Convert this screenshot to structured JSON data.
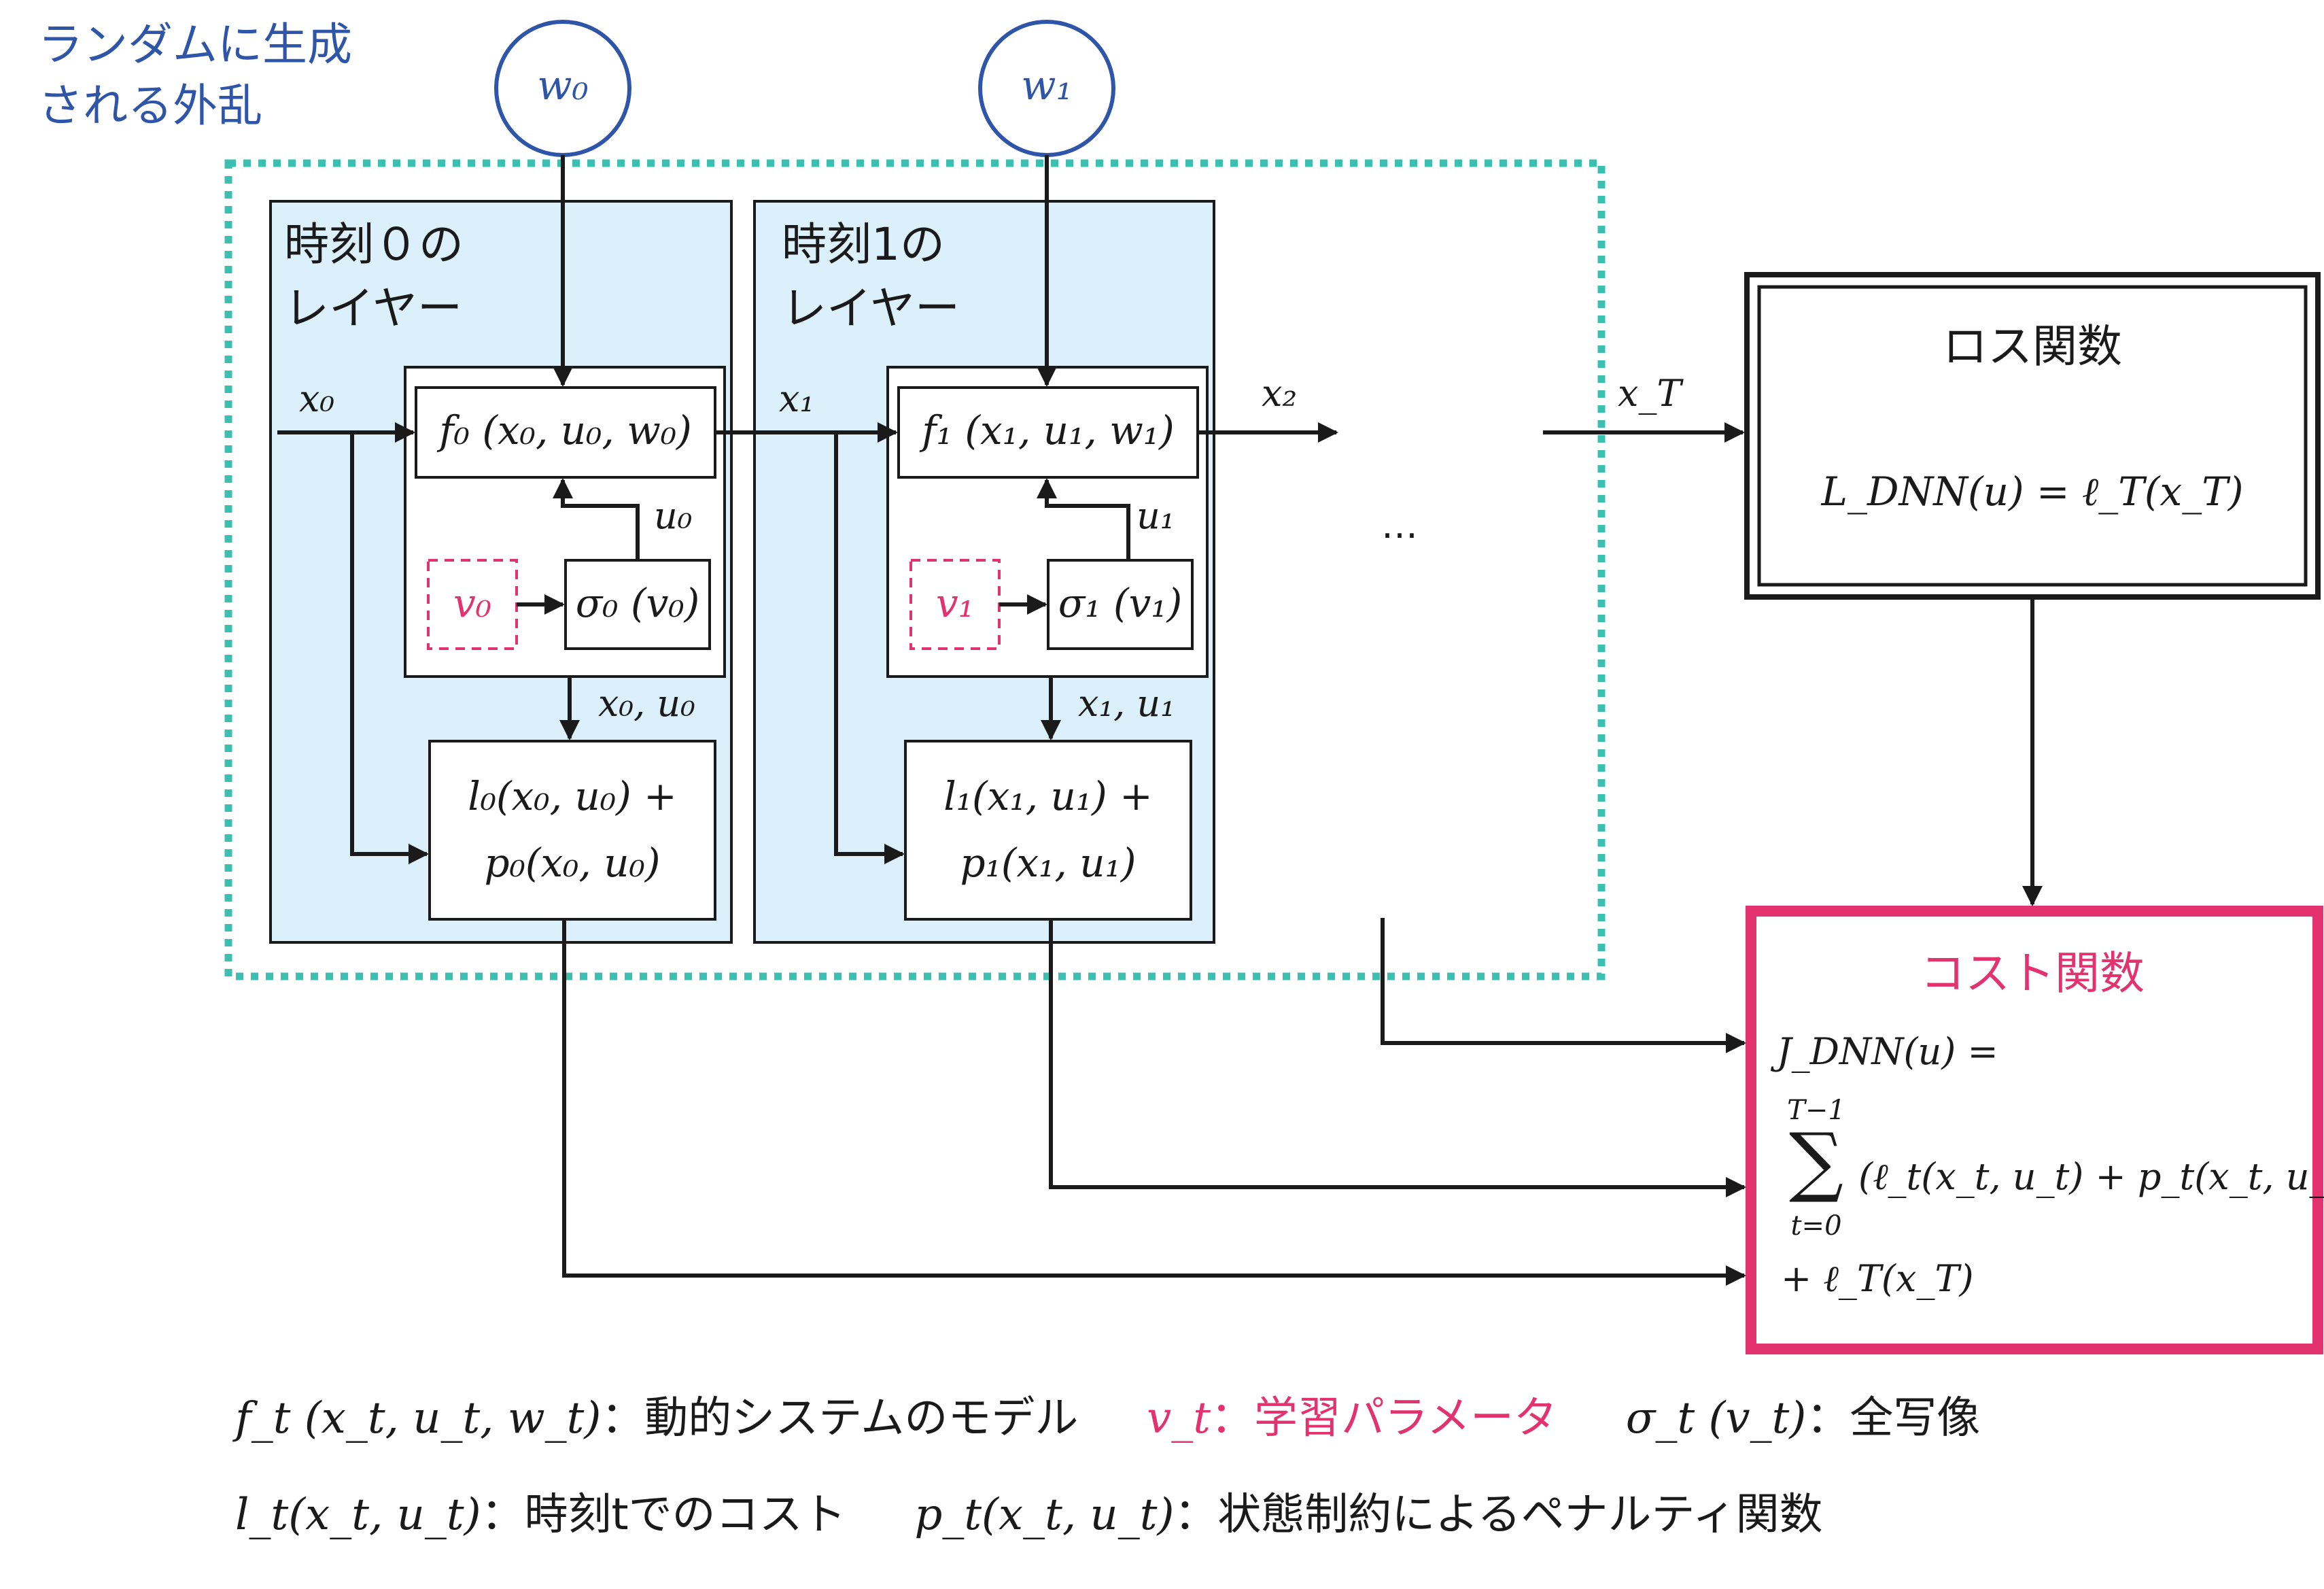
{
  "disturbance_label": [
    "ランダムに生成",
    "される外乱"
  ],
  "disturbances": [
    "w₀",
    "w₁"
  ],
  "layers": [
    {
      "title": [
        "時刻０の",
        "レイヤー"
      ],
      "input_state": "x₀",
      "dynamics": "f₀ (x₀, u₀, w₀)",
      "control": "u₀",
      "param": "v₀",
      "activation": "σ₀ (v₀)",
      "pair": "x₀, u₀",
      "cost_line1": "l₀(x₀, u₀) +",
      "cost_line2": "p₀(x₀, u₀)"
    },
    {
      "title": [
        "時刻1の",
        "レイヤー"
      ],
      "input_state": "x₁",
      "dynamics": "f₁ (x₁, u₁, w₁)",
      "control": "u₁",
      "param": "v₁",
      "activation": "σ₁ (v₁)",
      "pair": "x₁, u₁",
      "cost_line1": "l₁(x₁, u₁) +",
      "cost_line2": "p₁(x₁, u₁)"
    }
  ],
  "next_state": "x₂",
  "ellipsis": "…",
  "terminal_state": "x_T",
  "loss_box": {
    "title": "ロス関数",
    "formula": "L_DNN(u) = ℓ_T(x_T)"
  },
  "cost_box": {
    "title": "コスト関数",
    "line1": "J_DNN(u) =",
    "sum_upper": "T−1",
    "sum_lower": "t=0",
    "sum_term": "(ℓ_t(x_t, u_t) + p_t(x_t, u_t))",
    "line3": "+ ℓ_T(x_T)"
  },
  "legend": {
    "row1": [
      {
        "symbol": "f_t (x_t, u_t, w_t)",
        "desc": "：動的システムのモデル",
        "accent": false
      },
      {
        "symbol": "v_t",
        "desc": "：学習パラメータ",
        "accent": true
      },
      {
        "symbol": "σ_t (v_t)",
        "desc": "：全写像",
        "accent": false
      }
    ],
    "row2": [
      {
        "symbol": "l_t(x_t, u_t)",
        "desc": "：時刻tでのコスト",
        "accent": false
      },
      {
        "symbol": "p_t(x_t, u_t)",
        "desc": "：状態制約によるペナルティ関数",
        "accent": false
      }
    ]
  },
  "colors": {
    "layer_fill": "#dcf0fb",
    "dotted_border": "#3bbfb0",
    "disturbance": "#2f55a8",
    "accent": "#e2336f",
    "line": "#1a1a1a"
  }
}
